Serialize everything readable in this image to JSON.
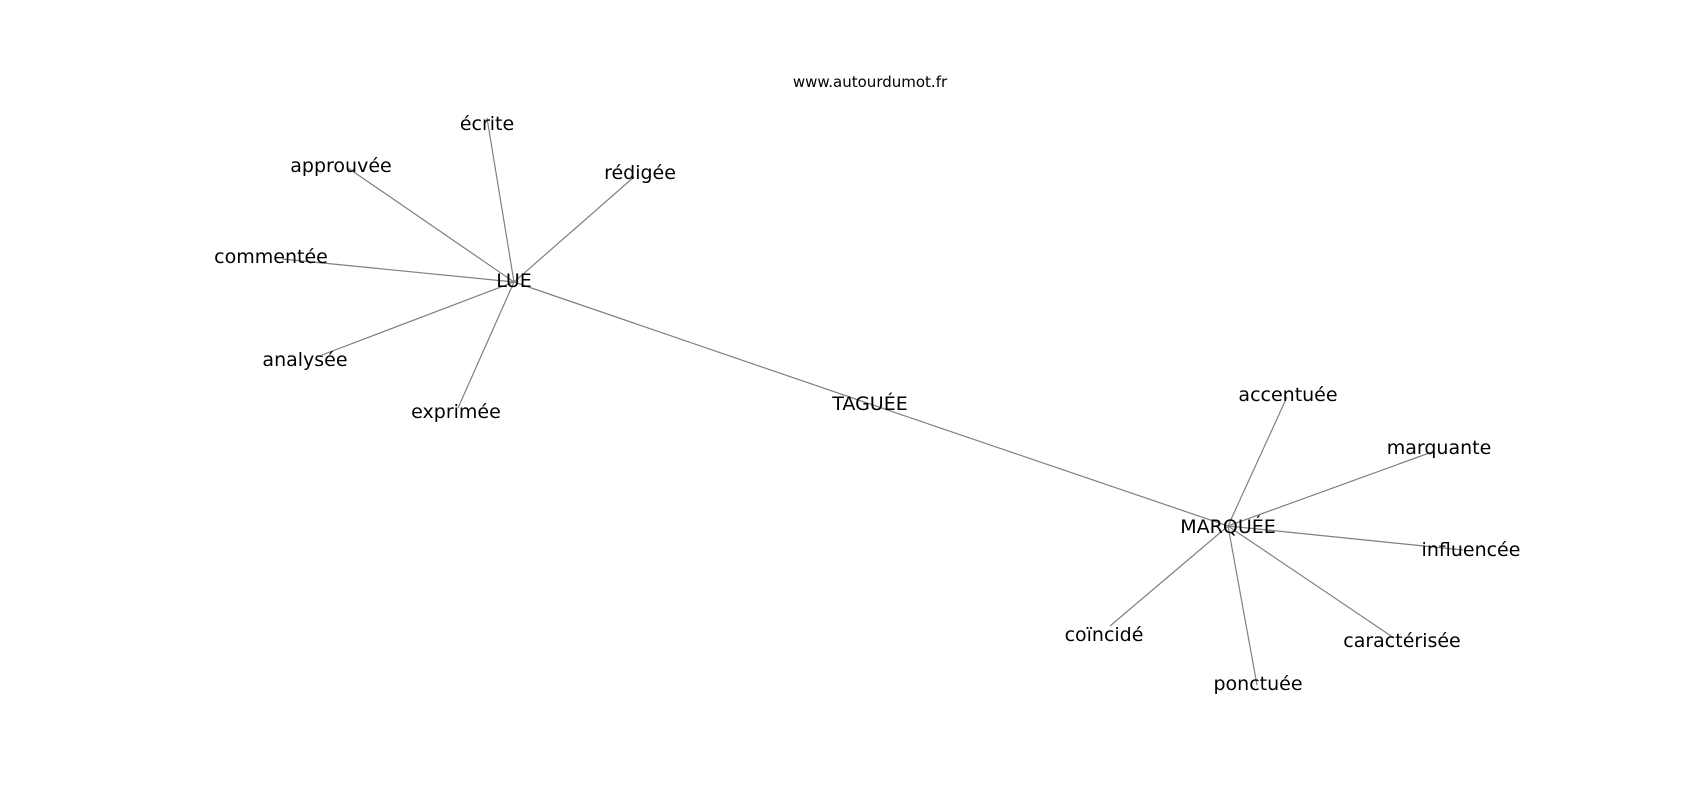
{
  "site": "www.autourdumot.fr",
  "nodes": [
    {
      "id": "tag",
      "label": "TAGUÉE"
    },
    {
      "id": "lue",
      "label": "LUE"
    },
    {
      "id": "marquee",
      "label": "MARQUÉE"
    },
    {
      "id": "ecrite",
      "label": "écrite"
    },
    {
      "id": "approuvee",
      "label": "approuvée"
    },
    {
      "id": "redigee",
      "label": "rédigée"
    },
    {
      "id": "commentee",
      "label": "commentée"
    },
    {
      "id": "analysee",
      "label": "analysée"
    },
    {
      "id": "exprimee",
      "label": "exprimée"
    },
    {
      "id": "accentuee",
      "label": "accentuée"
    },
    {
      "id": "marquante",
      "label": "marquante"
    },
    {
      "id": "influencee",
      "label": "influencée"
    },
    {
      "id": "caracterisee",
      "label": "caractérisée"
    },
    {
      "id": "ponctuee",
      "label": "ponctuée"
    },
    {
      "id": "coincide",
      "label": "coïncidé"
    }
  ],
  "edges": [
    [
      "lue",
      "tag"
    ],
    [
      "tag",
      "marquee"
    ],
    [
      "lue",
      "ecrite"
    ],
    [
      "lue",
      "approuvee"
    ],
    [
      "lue",
      "redigee"
    ],
    [
      "lue",
      "commentee"
    ],
    [
      "lue",
      "analysee"
    ],
    [
      "lue",
      "exprimee"
    ],
    [
      "marquee",
      "accentuee"
    ],
    [
      "marquee",
      "marquante"
    ],
    [
      "marquee",
      "influencee"
    ],
    [
      "marquee",
      "caracterisee"
    ],
    [
      "marquee",
      "ponctuee"
    ],
    [
      "marquee",
      "coincide"
    ]
  ]
}
